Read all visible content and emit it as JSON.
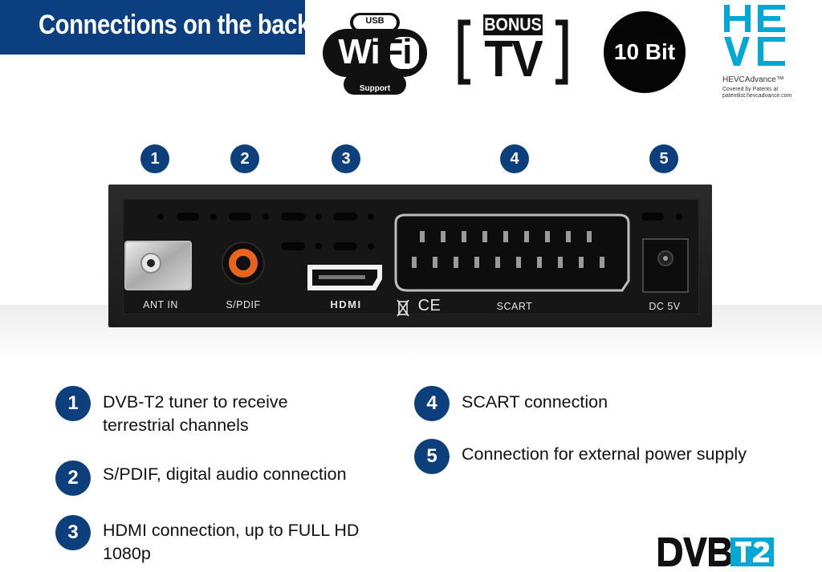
{
  "header": {
    "title": "Connections on the back"
  },
  "logos": {
    "wifi": {
      "top": "USB",
      "word": "WiFi",
      "bottom": "Support"
    },
    "bonus_tv": {
      "top": "BONUS",
      "main": "TV"
    },
    "ten_bit": {
      "text": "10 Bit"
    },
    "hevc": {
      "brand": "HEVCAdvance™",
      "note": "Covered by Patents at patentlist.hevcadvance.com"
    },
    "dvb": {
      "text": "DVB T2"
    }
  },
  "device": {
    "ports": [
      {
        "number": "1",
        "label": "ANT IN"
      },
      {
        "number": "2",
        "label": "S/PDIF"
      },
      {
        "number": "3",
        "label": "HDMI"
      },
      {
        "number": "4",
        "label": "SCART"
      },
      {
        "number": "5",
        "label": "DC 5V"
      }
    ],
    "marks": "CE"
  },
  "legend": [
    {
      "number": "1",
      "text_line1": "DVB-T2 tuner to receive",
      "text_line2": "terrestrial channels"
    },
    {
      "number": "2",
      "text_line1": "S/PDIF, digital audio connection",
      "text_line2": ""
    },
    {
      "number": "3",
      "text_line1": "HDMI connection, up to FULL HD",
      "text_line2": "1080p"
    },
    {
      "number": "4",
      "text_line1": "SCART connection",
      "text_line2": ""
    },
    {
      "number": "5",
      "text_line1": "Connection for external power supply",
      "text_line2": ""
    }
  ],
  "colors": {
    "brand_blue": "#0b3f80",
    "badge_blue": "#0d3f7d",
    "hevc_cyan": "#00a8d6",
    "spdif_orange": "#e8641e"
  }
}
